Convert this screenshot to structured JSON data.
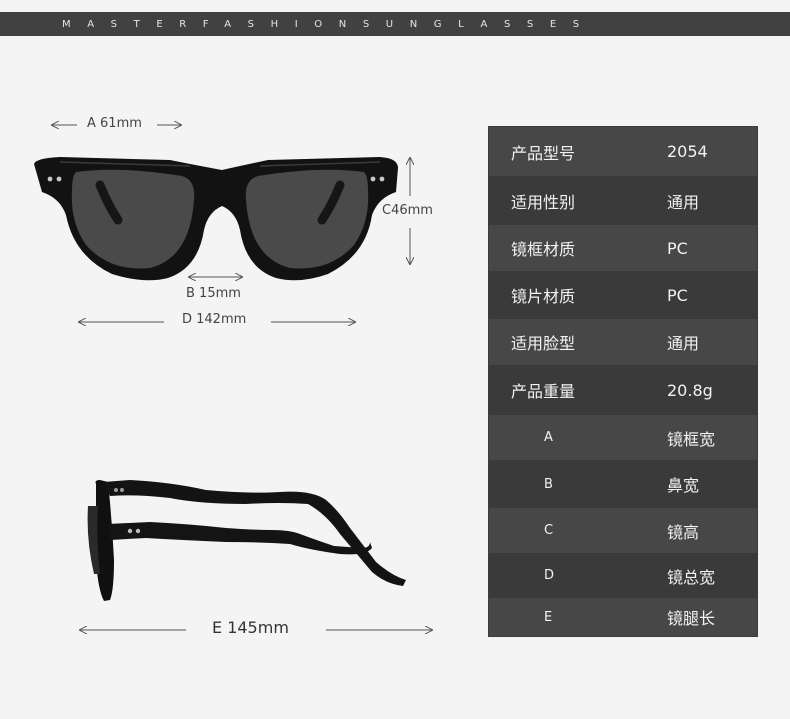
{
  "header": {
    "brand_text": "MASTERFASHIONSUNGLASSES"
  },
  "dimensions": {
    "a": "A 61mm",
    "b": "B 15mm",
    "c": "C46mm",
    "d": "D 142mm",
    "e": "E 145mm"
  },
  "specs": [
    {
      "key": "产品型号",
      "value": "2054"
    },
    {
      "key": "适用性别",
      "value": "通用"
    },
    {
      "key": "镜框材质",
      "value": "PC"
    },
    {
      "key": "镜片材质",
      "value": "PC"
    },
    {
      "key": "适用脸型",
      "value": "通用"
    },
    {
      "key": "产品重量",
      "value": "20.8g"
    },
    {
      "key": "A",
      "value": "镜框宽"
    },
    {
      "key": "B",
      "value": "鼻宽"
    },
    {
      "key": "C",
      "value": "镜高"
    },
    {
      "key": "D",
      "value": "镜总宽"
    },
    {
      "key": "E",
      "value": "镜腿长"
    }
  ],
  "colors": {
    "table_bg": "#474747",
    "table_alt": "#3a3a3a",
    "header_bg": "#414141",
    "frame": "#141414",
    "lens": "#4a4a4a"
  }
}
